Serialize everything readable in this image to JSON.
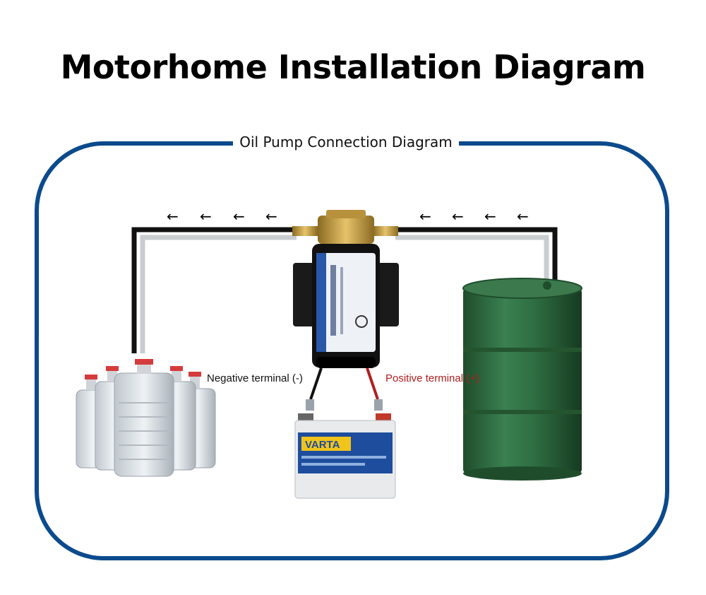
{
  "title": "Motorhome Installation Diagram",
  "frame_label": "Oil Pump Connection Diagram",
  "terminals": {
    "negative": "Negative terminal (-)",
    "positive": "Positive terminal (+)"
  },
  "flow_arrow_glyph": "←",
  "battery": {
    "brand": "VARTA"
  },
  "colors": {
    "frame": "#0b4a8c",
    "positive_label": "#b01e1e",
    "drum": "#2d6b3d",
    "brass": "#c9a24a"
  },
  "icons": [
    "pump-icon",
    "battery-icon",
    "oil-drum-icon",
    "bottles-icon",
    "arrow-left-icon"
  ]
}
